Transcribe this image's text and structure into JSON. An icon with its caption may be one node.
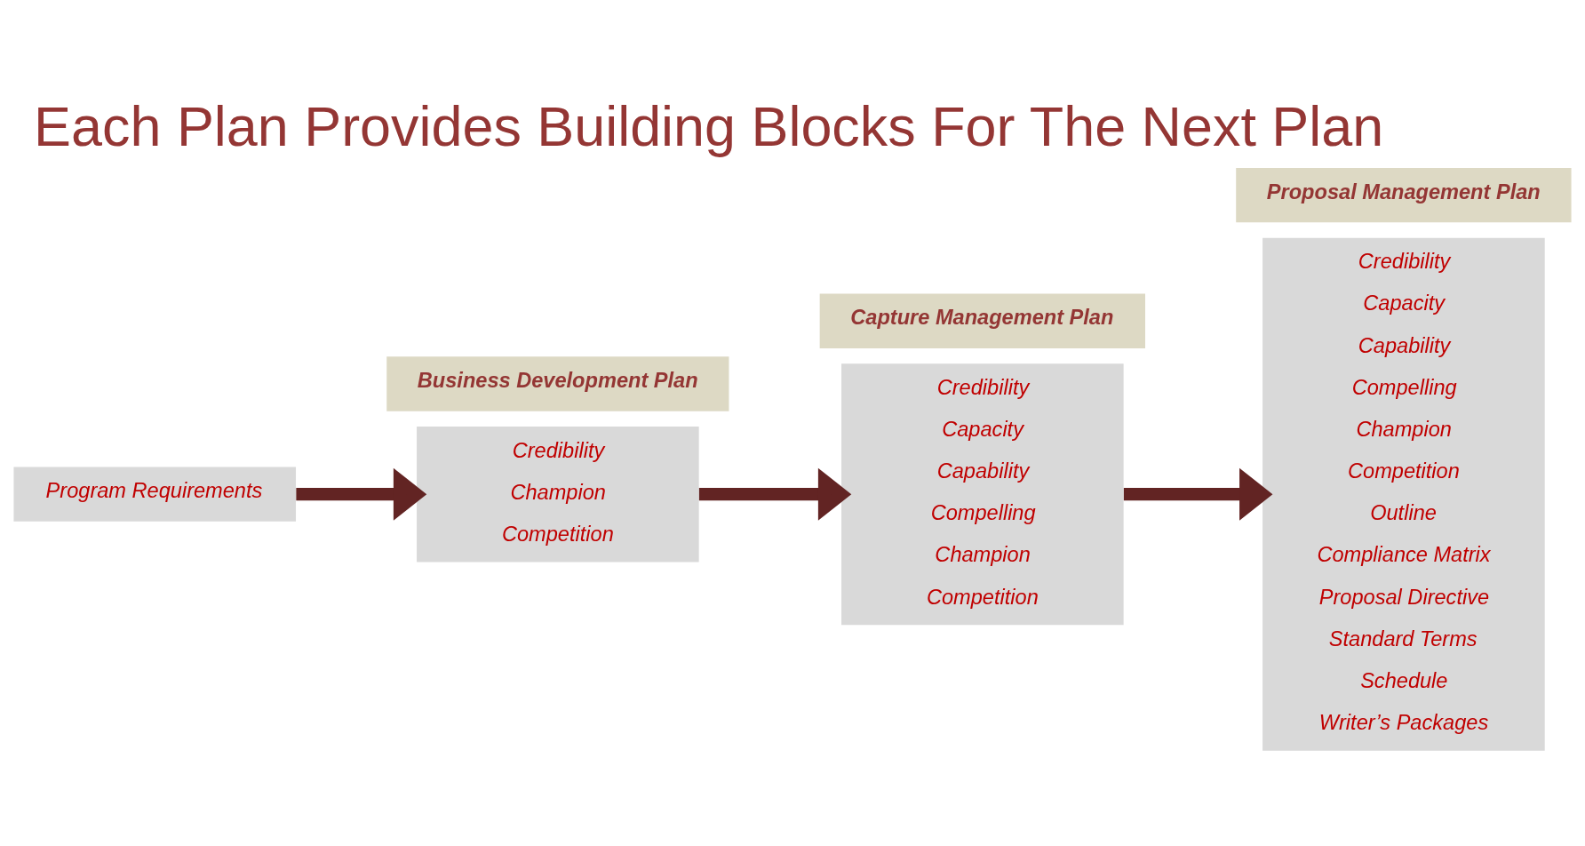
{
  "diagram": {
    "title": "Each Plan Provides Building Blocks For The Next Plan",
    "nodes": [
      {
        "text": [
          "Program Requirements"
        ]
      },
      {
        "text": [
          "Business Development Plan"
        ]
      },
      {
        "text": [
          "Credibility",
          "Champion",
          "Competition"
        ]
      },
      {
        "text": [
          "Capture Management Plan"
        ]
      },
      {
        "text": [
          "Credibility",
          "Capacity",
          "Capability",
          "Compelling",
          "Champion",
          "Competition"
        ]
      },
      {
        "text": [
          "Proposal Management Plan"
        ]
      },
      {
        "text": [
          "Credibility",
          "Capacity",
          "Capability",
          "Compelling",
          "Champion",
          "Competition",
          "Outline",
          "Compliance Matrix",
          "Proposal Directive",
          "Standard Terms",
          "Schedule",
          "Writer’s Packages"
        ]
      }
    ],
    "edges": [
      {
        "from": 0,
        "to": 2,
        "arrow": "to"
      },
      {
        "from": 2,
        "to": 4,
        "arrow": "to"
      },
      {
        "from": 4,
        "to": 6,
        "arrow": "to"
      }
    ]
  }
}
